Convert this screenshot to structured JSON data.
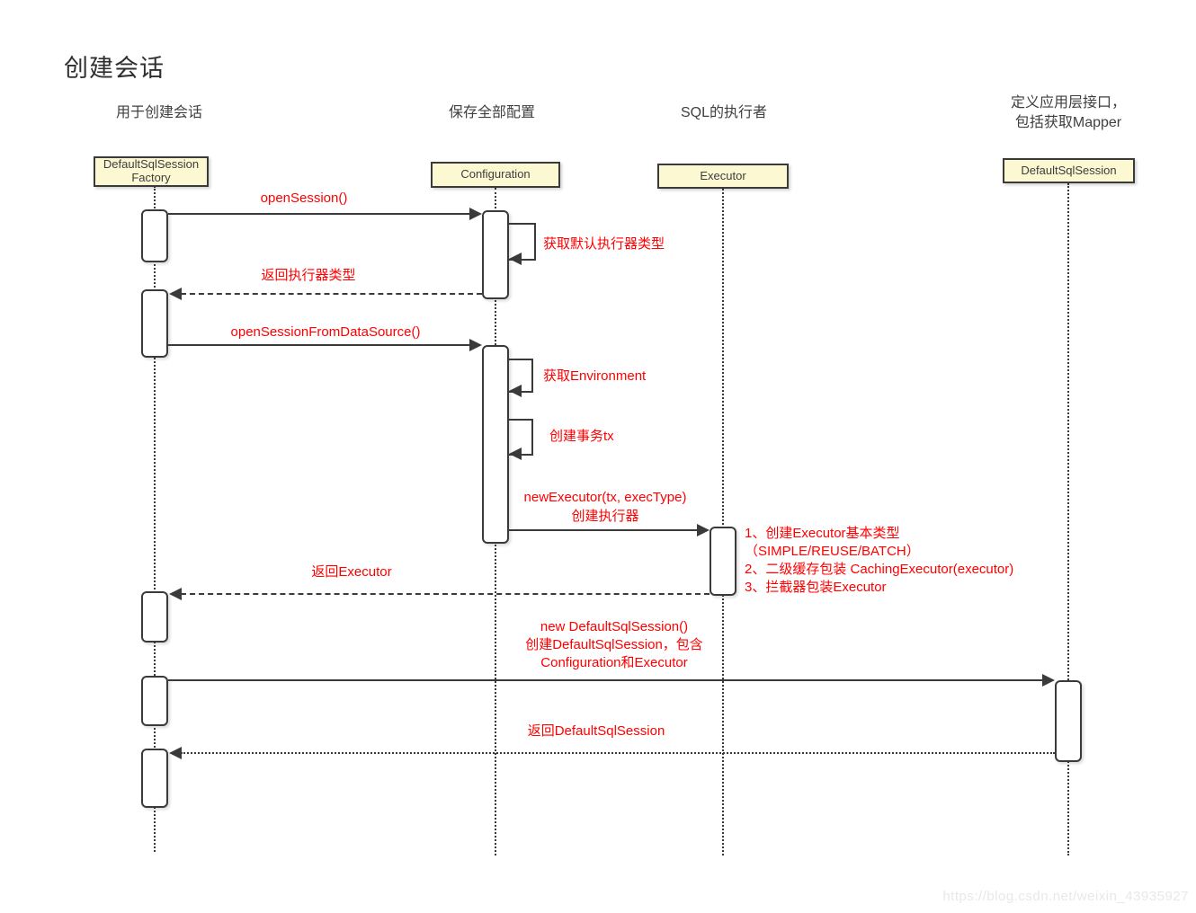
{
  "title": "创建会话",
  "watermark": "https://blog.csdn.net/weixin_43935927",
  "colors": {
    "message_text": "#ff0000",
    "actor_box_fill": "#fbf8d2",
    "line": "#3a3a3a"
  },
  "actors": [
    {
      "description": "用于创建会话",
      "name": "DefaultSqlSession Factory"
    },
    {
      "description": "保存全部配置",
      "name": "Configuration"
    },
    {
      "description": "SQL的执行者",
      "name": "Executor"
    },
    {
      "description_line1": "定义应用层接口，",
      "description_line2": "包括获取Mapper",
      "name": "DefaultSqlSession"
    }
  ],
  "messages": {
    "open_session": "openSession()",
    "get_default_executor_type": "获取默认执行器类型",
    "return_executor_type": "返回执行器类型",
    "open_session_from_data_source": "openSessionFromDataSource()",
    "get_environment": "获取Environment",
    "create_transaction_tx": "创建事务tx",
    "new_executor": "newExecutor(tx, execType)",
    "new_executor_sub": "创建执行器",
    "executor_note": [
      "1、创建Executor基本类型",
      "（SIMPLE/REUSE/BATCH）",
      "2、二级缓存包装 CachingExecutor(executor)",
      "3、拦截器包装Executor"
    ],
    "return_executor": "返回Executor",
    "new_default_sql_session": [
      "new DefaultSqlSession()",
      "创建DefaultSqlSession，包含",
      "Configuration和Executor"
    ],
    "return_default_sql_session": "返回DefaultSqlSession"
  }
}
